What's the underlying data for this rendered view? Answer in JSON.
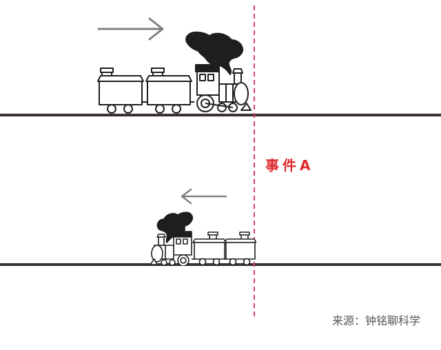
{
  "event": {
    "label": "事件A"
  },
  "source": {
    "text": "来源：钟铭聊科学"
  },
  "train_top": {
    "direction": "right"
  },
  "train_bottom": {
    "direction": "left"
  },
  "colors": {
    "event_line": "#d63d6b",
    "event_text": "#e0282e",
    "track": "#3a3131",
    "arrow": "#808080",
    "train_stroke": "#1e1e1e"
  }
}
